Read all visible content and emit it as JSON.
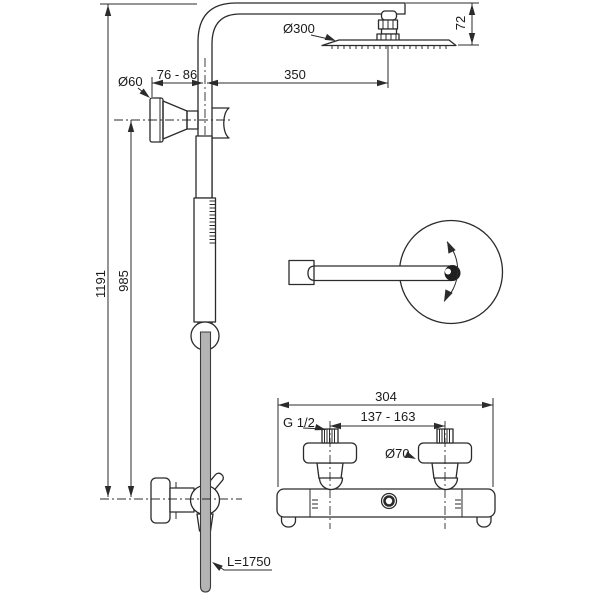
{
  "meta": {
    "title": "Shower system technical dimension drawing",
    "background": "#ffffff",
    "line_color": "#2b2b2b",
    "hose_color": "#b4b4b4"
  },
  "views": {
    "column": "shower column front view",
    "swivel": "shower arm swivel detail",
    "valve": "thermostatic mixer front view"
  },
  "dimensions": {
    "head_diameter": "Ø300",
    "head_offset_height": "72",
    "arm_projection": "350",
    "bracket_flange_diameter": "Ø60",
    "bracket_wall_distance": "76 - 86",
    "total_height": "1191",
    "lower_height": "985",
    "hose_length": "L=1750",
    "valve_overall_width": "304",
    "inlet_centre_distance": "137 - 163",
    "inlet_thread": "G 1/2",
    "escutcheon_diameter": "Ø70"
  }
}
